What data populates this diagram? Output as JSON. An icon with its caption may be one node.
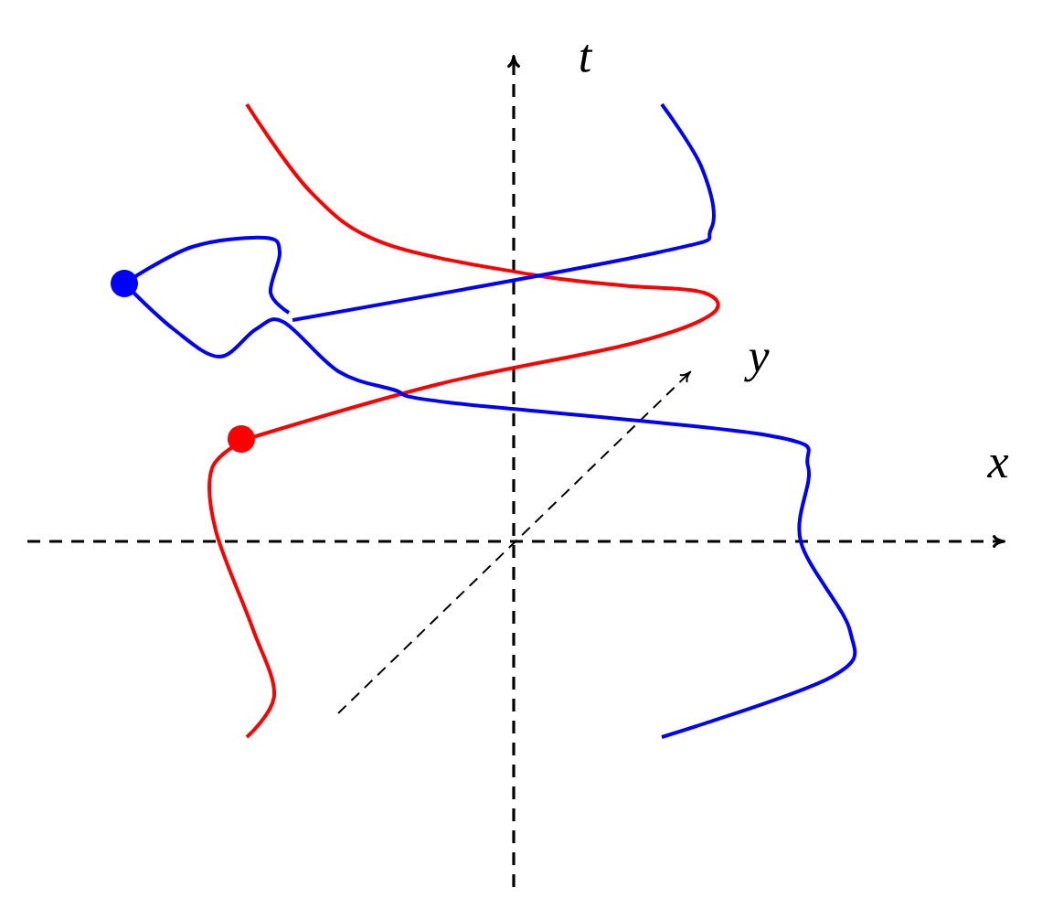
{
  "diagram": {
    "labels": [
      "t",
      "y",
      "x"
    ]
  }
}
